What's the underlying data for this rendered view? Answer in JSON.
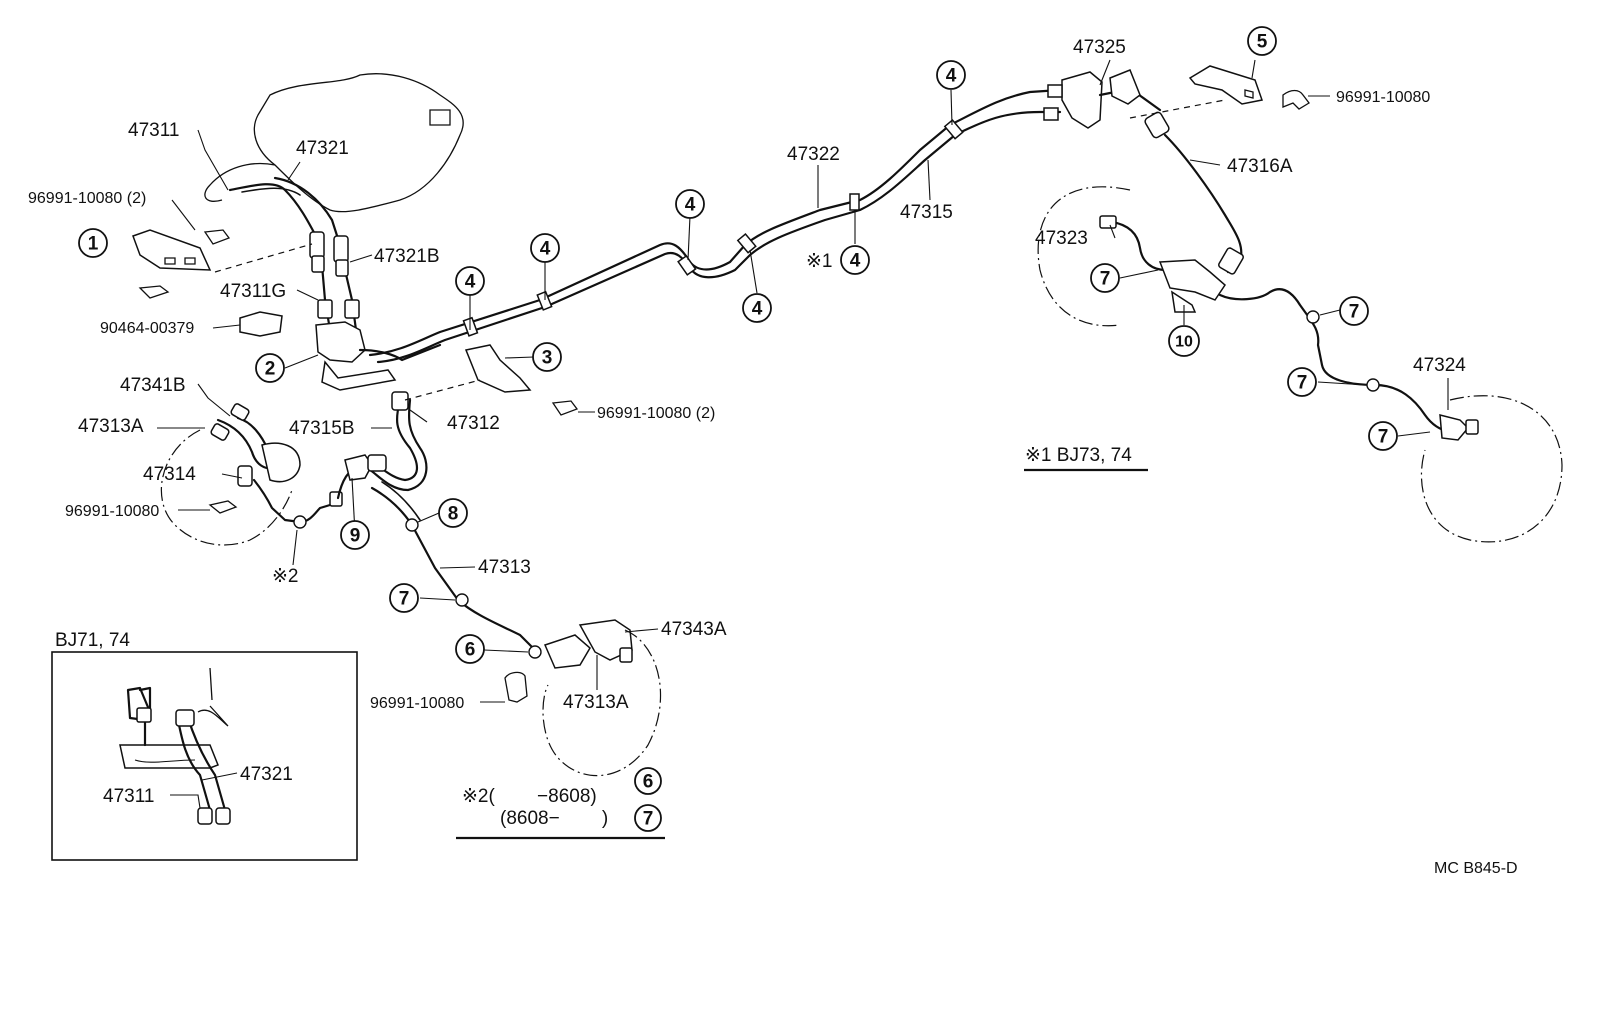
{
  "labels": {
    "p47311_top": "47311",
    "p47321_top": "47321",
    "clip_2_a": "96991-10080 (2)",
    "p47321B": "47321B",
    "p47311G": "47311G",
    "p90464": "90464-00379",
    "p47341B": "47341B",
    "p47313A_left": "47313A",
    "p47314": "47314",
    "clip_left": "96991-10080",
    "p47315B": "47315B",
    "p47312": "47312",
    "clip_2_b": "96991-10080 (2)",
    "p47322": "47322",
    "p47315": "47315",
    "p47325": "47325",
    "clip_right": "96991-10080",
    "p47316A": "47316A",
    "p47323": "47323",
    "p47324": "47324",
    "p47313": "47313",
    "p47343A": "47343A",
    "clip_bottom": "96991-10080",
    "p47313A_bottom": "47313A",
    "inset_title": "BJ71, 74",
    "inset_47321": "47321",
    "inset_47311": "47311",
    "ref_code": "MC  B845-D"
  },
  "callouts": {
    "c1": "1",
    "c2": "2",
    "c3": "3",
    "c4": "4",
    "c5": "5",
    "c6": "6",
    "c7": "7",
    "c8": "8",
    "c9": "9",
    "c10": "10"
  },
  "notes": {
    "note1_mark": "※1",
    "note1_text": "※1 BJ73, 74",
    "note2_mark": "※2",
    "note2_line1": "※2(        −8608)",
    "note2_line2": "(8608−        )"
  }
}
